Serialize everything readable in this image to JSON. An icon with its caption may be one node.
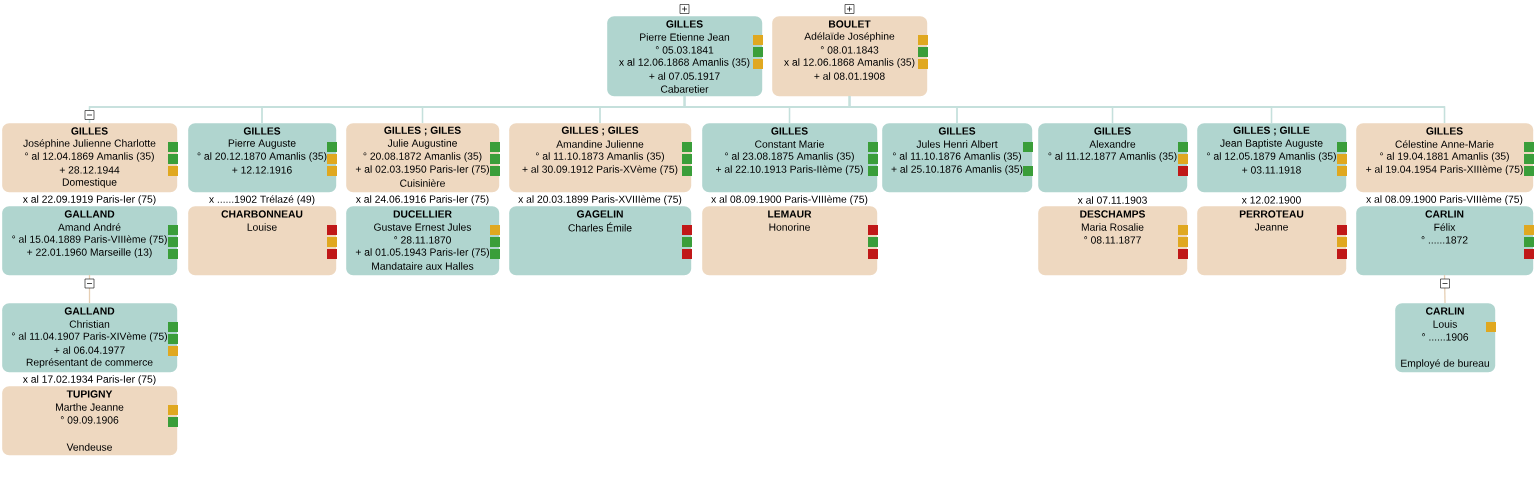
{
  "diagram": {
    "nodes": [
      {
        "text": [
          "GILLES",
          "Pierre Etienne Jean",
          "° 05.03.1841",
          "x al 12.06.1868 Amanlis (35)",
          "+ al 07.05.1917",
          "Cabaretier"
        ]
      },
      {
        "text": [
          "BOULET",
          "Adélaïde Joséphine",
          "° 08.01.1843",
          "x al 12.06.1868 Amanlis (35)",
          "+ al 08.01.1908"
        ]
      },
      {
        "text": [
          "GILLES",
          "Joséphine Julienne Charlotte",
          "° al 12.04.1869 Amanlis (35)",
          "+ 28.12.1944",
          "Domestique"
        ],
        "beside": [
          "x al 22.09.1919 Paris-Ier (75)"
        ]
      },
      {
        "text": [
          "GALLAND",
          "Amand André",
          "° al 15.04.1889 Paris-VIIIème (75)",
          "+ 22.01.1960 Marseille (13)"
        ]
      },
      {
        "text": [
          "GALLAND",
          "Christian",
          "° al 11.04.1907 Paris-XIVème (75)",
          "+ al 06.04.1977",
          "Représentant de commerce"
        ],
        "beside": [
          "x al 17.02.1934 Paris-Ier (75)"
        ]
      },
      {
        "text": [
          "TUPIGNY",
          "Marthe Jeanne",
          "° 09.09.1906",
          "Vendeuse"
        ]
      },
      {
        "text": [
          "GILLES",
          "Pierre Auguste",
          "° al 20.12.1870 Amanlis (35)",
          "+ 12.12.1916"
        ],
        "beside": [
          "x ......1902 Trélazé (49)"
        ]
      },
      {
        "text": [
          "CHARBONNEAU",
          "Louise"
        ]
      },
      {
        "text": [
          "GILLES ; GILES",
          "Julie Augustine",
          "° 20.08.1872 Amanlis (35)",
          "+ al 02.03.1950 Paris-Ier (75)",
          "Cuisinière"
        ],
        "beside": [
          "x al 24.06.1916 Paris-Ier (75)"
        ]
      },
      {
        "text": [
          "DUCELLIER",
          "Gustave Ernest Jules",
          "° 28.11.1870",
          "+ al 01.05.1943 Paris-Ier (75)",
          "Mandataire aux Halles"
        ]
      },
      {
        "text": [
          "GILLES ; GILES",
          "Amandine Julienne",
          "° al 11.10.1873 Amanlis (35)",
          "+ al 30.09.1912 Paris-XVème (75)"
        ],
        "beside": [
          "x al 20.03.1899 Paris-XVIIIème (75)"
        ]
      },
      {
        "text": [
          "GAGELIN",
          "Charles Émile"
        ]
      },
      {
        "text": [
          "GILLES",
          "Constant Marie",
          "° al 23.08.1875 Amanlis (35)",
          "+ al 22.10.1913 Paris-IIème (75)"
        ],
        "beside": [
          "x al 08.09.1900 Paris-VIIIème (75)"
        ]
      },
      {
        "text": [
          "LEMAUR",
          "Honorine"
        ]
      },
      {
        "text": [
          "GILLES",
          "Jules Henri Albert",
          "° al 11.10.1876 Amanlis (35)",
          "+ al 25.10.1876 Amanlis (35)"
        ]
      },
      {
        "text": [
          "GILLES",
          "Alexandre",
          "° al 11.12.1877 Amanlis (35)"
        ],
        "beside": [
          "x al 07.11.1903"
        ]
      },
      {
        "text": [
          "DESCHAMPS",
          "Maria Rosalie",
          "° 08.11.1877"
        ]
      },
      {
        "text": [
          "GILLES ; GILLE",
          "Jean Baptiste Auguste",
          "° al 12.05.1879 Amanlis (35)",
          "+ 03.11.1918"
        ],
        "beside": [
          "x 12.02.1900"
        ]
      },
      {
        "text": [
          "PERROTEAU",
          "Jeanne"
        ]
      },
      {
        "text": [
          "GILLES",
          "Célestine Anne-Marie",
          "° al 19.04.1881 Amanlis (35)",
          "+ al 19.04.1954 Paris-XIIIème (75)"
        ],
        "beside": [
          "x al 08.09.1900 Paris-VIIIème (75)"
        ]
      },
      {
        "text": [
          "CARLIN",
          "Félix",
          "° ......1872"
        ]
      },
      {
        "text": [
          "CARLIN",
          "Louis",
          "° ......1906",
          "Employé de bureau"
        ]
      }
    ],
    "edges": [
      {
        "from": 0,
        "to": 2,
        "arrow": "none"
      },
      {
        "from": 0,
        "to": 6,
        "arrow": "none"
      },
      {
        "from": 0,
        "to": 8,
        "arrow": "none"
      },
      {
        "from": 0,
        "to": 10,
        "arrow": "none"
      },
      {
        "from": 0,
        "to": 12,
        "arrow": "none"
      },
      {
        "from": 0,
        "to": 14,
        "arrow": "none"
      },
      {
        "from": 0,
        "to": 15,
        "arrow": "none"
      },
      {
        "from": 0,
        "to": 17,
        "arrow": "none"
      },
      {
        "from": 0,
        "to": 19,
        "arrow": "none"
      },
      {
        "from": 1,
        "to": 2,
        "arrow": "none"
      },
      {
        "from": 1,
        "to": 6,
        "arrow": "none"
      },
      {
        "from": 1,
        "to": 8,
        "arrow": "none"
      },
      {
        "from": 1,
        "to": 10,
        "arrow": "none"
      },
      {
        "from": 1,
        "to": 12,
        "arrow": "none"
      },
      {
        "from": 1,
        "to": 14,
        "arrow": "none"
      },
      {
        "from": 1,
        "to": 15,
        "arrow": "none"
      },
      {
        "from": 1,
        "to": 17,
        "arrow": "none"
      },
      {
        "from": 1,
        "to": 19,
        "arrow": "none"
      },
      {
        "from": 3,
        "to": 4,
        "arrow": "none",
        "color": "#e6cfb4"
      },
      {
        "from": 20,
        "to": 21,
        "arrow": "none",
        "color": "#e6cfb4"
      }
    ]
  }
}
